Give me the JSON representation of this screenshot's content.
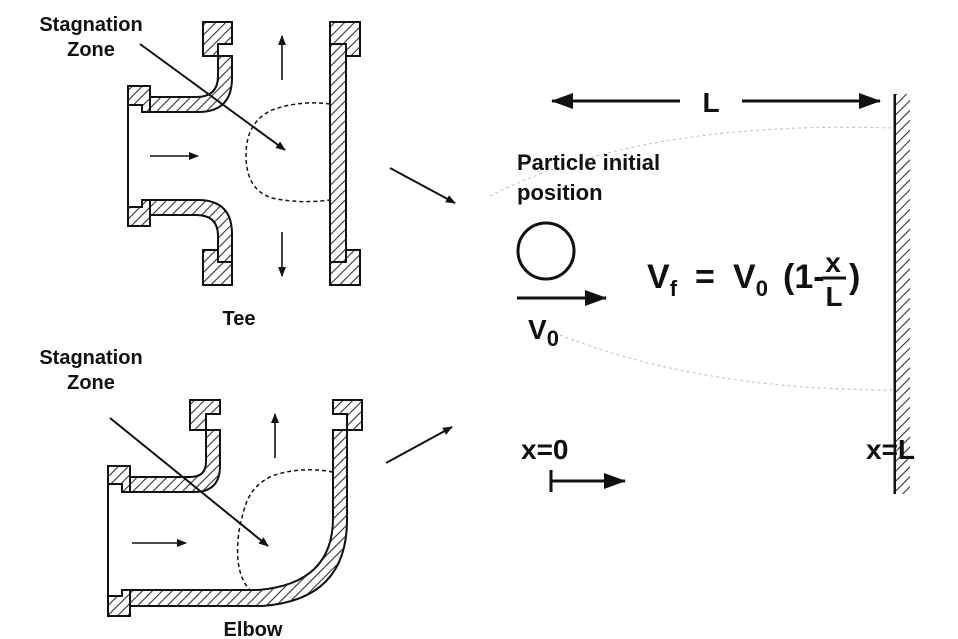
{
  "tee": {
    "stagnation_line1": "Stagnation",
    "stagnation_line2": "Zone",
    "caption": "Tee"
  },
  "elbow": {
    "stagnation_line1": "Stagnation",
    "stagnation_line2": "Zone",
    "caption": "Elbow"
  },
  "model": {
    "length_label": "L",
    "particle_line1": "Particle initial",
    "particle_line2": "position",
    "velocity_V": "V",
    "velocity_sub": "0",
    "equation": {
      "lhs_V": "V",
      "lhs_sub": "f",
      "equals": "=",
      "rhs_V": "V",
      "rhs_sub": "0",
      "paren_open": "(1-",
      "frac_num": "x",
      "frac_den": "L",
      "paren_close": ")"
    },
    "origin_label": "x=0",
    "wall_label": "x=L"
  },
  "colors": {
    "ink": "#111111",
    "hatch": "#333333",
    "guide": "#c8c8c8"
  }
}
